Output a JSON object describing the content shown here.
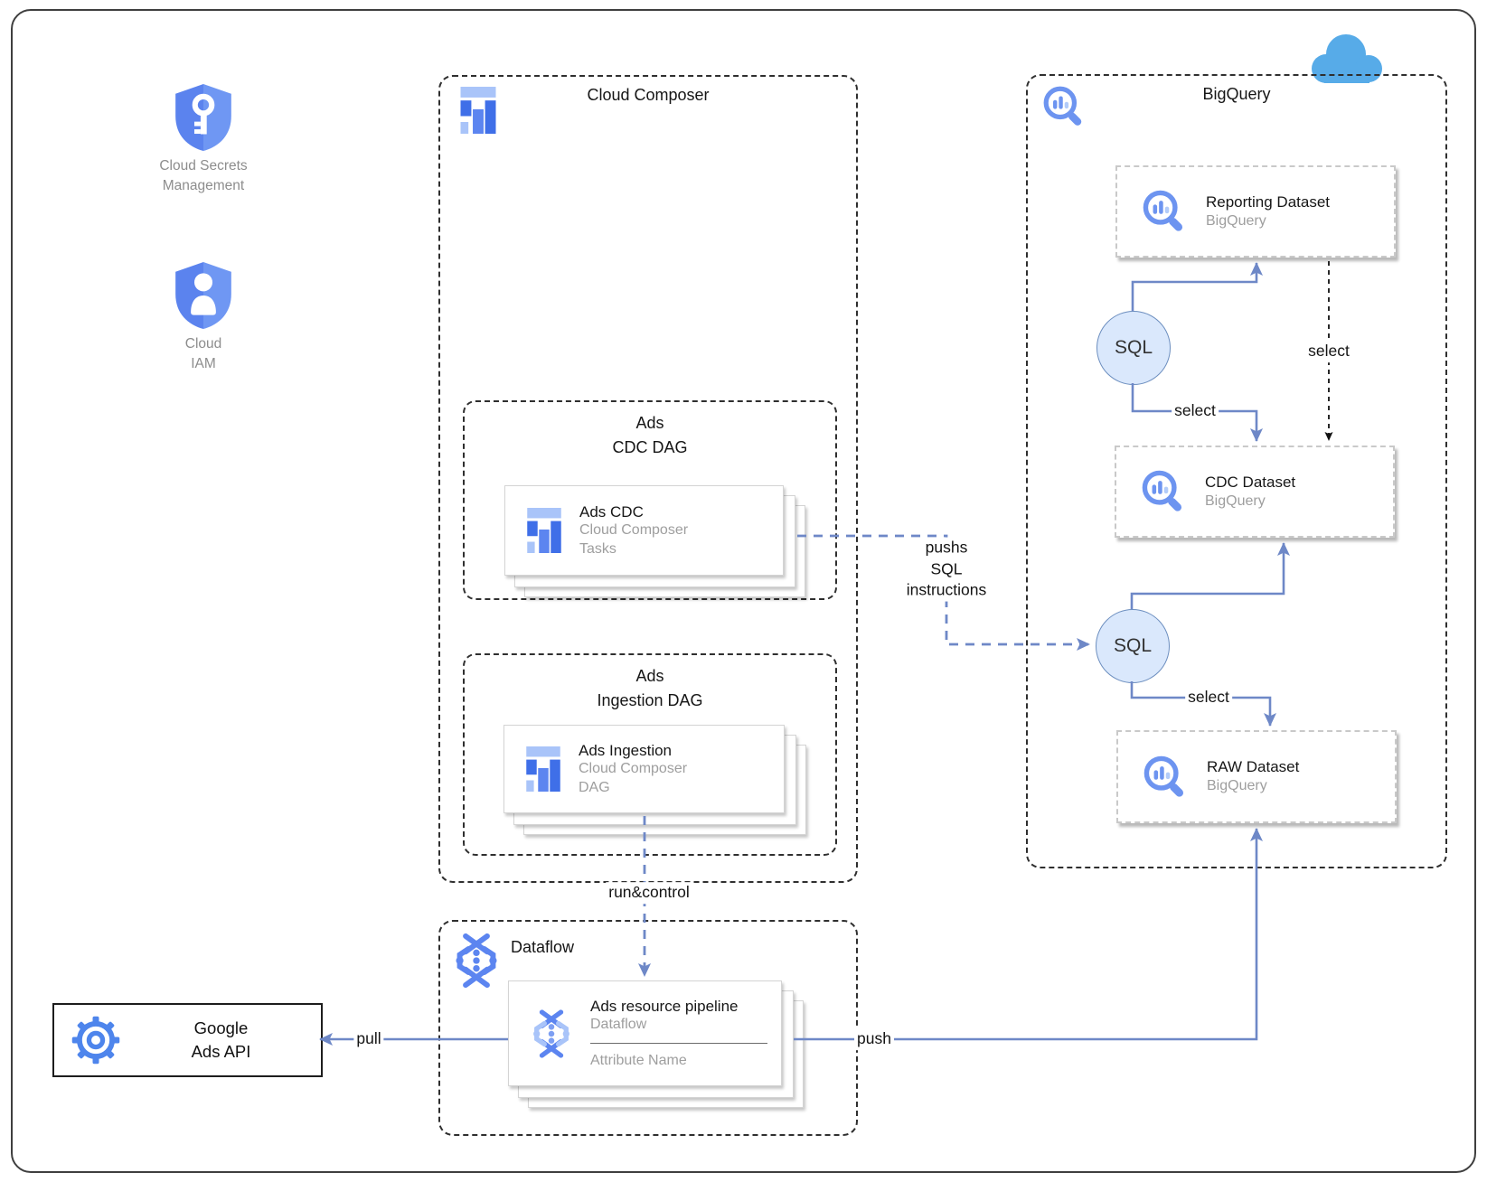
{
  "page": {
    "kind": "google-cloud architecture diagram"
  },
  "left_icons": {
    "secrets": {
      "label_line1": "Cloud Secrets",
      "label_line2": "Management"
    },
    "iam": {
      "label_line1": "Cloud",
      "label_line2": "IAM"
    }
  },
  "containers": {
    "cloud_composer": {
      "title": "Cloud Composer"
    },
    "bigquery": {
      "title": "BigQuery"
    },
    "dataflow": {
      "title": "Dataflow"
    },
    "ads_cdc_dag": {
      "title_line1": "Ads",
      "title_line2": "CDC DAG"
    },
    "ads_ingestion_dag": {
      "title_line1": "Ads",
      "title_line2": "Ingestion DAG"
    }
  },
  "cards": {
    "reporting": {
      "title": "Reporting Dataset",
      "subtitle": "BigQuery"
    },
    "cdc": {
      "title": "CDC Dataset",
      "subtitle": "BigQuery"
    },
    "raw": {
      "title": "RAW Dataset",
      "subtitle": "BigQuery"
    },
    "ads_cdc": {
      "title": "Ads CDC",
      "subtitle_line1": "Cloud Composer",
      "subtitle_line2": "Tasks"
    },
    "ads_ingestion": {
      "title": "Ads Ingestion",
      "subtitle_line1": "Cloud Composer",
      "subtitle_line2": "DAG"
    },
    "pipeline": {
      "title": "Ads resource pipeline",
      "subtitle": "Dataflow",
      "attribute": "Attribute Name"
    },
    "google_ads_api": {
      "title_line1": "Google",
      "title_line2": "Ads API"
    }
  },
  "nodes": {
    "sql_upper": "SQL",
    "sql_lower": "SQL"
  },
  "edge_labels": {
    "select_sql_upper": "select",
    "select_dashed": "select",
    "select_sql_lower": "select",
    "pushs_line1": "pushs",
    "pushs_line2": "SQL",
    "pushs_line3": "instructions",
    "run_control": "run&control",
    "pull": "pull",
    "push": "push"
  },
  "icons": {
    "cloud_secrets": "shield-key-icon",
    "cloud_iam": "shield-person-icon",
    "cloud_composer": "composer-maze-icon",
    "bigquery": "magnifier-barchart-icon",
    "dataflow": "dataflow-hexagon-icon",
    "google_ads_api": "gear-icon",
    "corner": "cloud-icon"
  },
  "colors": {
    "arrow_blue": "#6e88c7",
    "sql_fill": "#dae8fc",
    "sql_stroke": "#6c8ebf",
    "icon_blue": "#5c85f0",
    "icon_blue_dark": "#3f6fe8",
    "icon_blue_light": "#a9c4f9",
    "cloud_blue": "#57abe8",
    "container_border": "#2f2f2f",
    "card_dash_gray": "#c9c9c9",
    "text_dark": "#161616",
    "text_gray": "#9e9e9e"
  }
}
